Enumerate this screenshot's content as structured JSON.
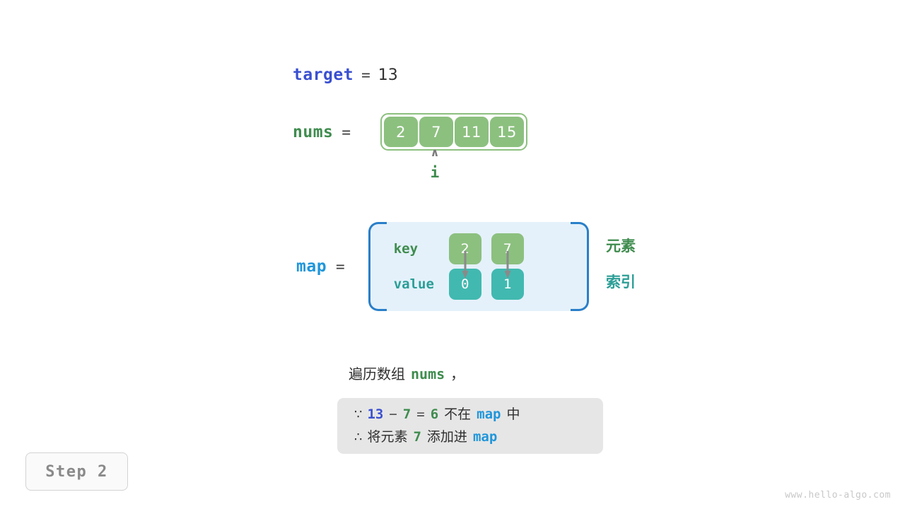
{
  "target": {
    "label": "target",
    "equals": "=",
    "value": "13"
  },
  "nums": {
    "label": "nums",
    "equals": "=",
    "cells": [
      "2",
      "7",
      "11",
      "15"
    ]
  },
  "pointer": {
    "caret": "∧",
    "label": "i",
    "index": 1
  },
  "map": {
    "label": "map",
    "equals": "=",
    "key_label": "key",
    "value_label": "value",
    "entries": [
      {
        "key": "2",
        "value": "0"
      },
      {
        "key": "7",
        "value": "1"
      }
    ],
    "side_labels": {
      "element": "元素",
      "index": "索引"
    }
  },
  "caption": {
    "prefix": "遍历数组",
    "code": "nums",
    "suffix": "，"
  },
  "reason": {
    "line1": {
      "symbol": "∵",
      "a": "13",
      "minus": "−",
      "b": "7",
      "eq": "=",
      "result": "6",
      "text_mid": "不在",
      "code": "map",
      "text_end": "中"
    },
    "line2": {
      "symbol": "∴",
      "text_start": "将元素",
      "num": "7",
      "text_mid": "添加进",
      "code": "map"
    }
  },
  "step_badge": {
    "label": "Step 2"
  },
  "watermark": {
    "text": "www.hello-algo.com"
  },
  "colors": {
    "green": "#8cc07f",
    "green_text": "#3f8c4e",
    "teal": "#41b9b0",
    "teal_text": "#2b9e96",
    "blue_dark": "#3a50d0",
    "blue_light": "#2196da",
    "map_border": "#2a7fc9",
    "map_fill": "#e4f1fb",
    "gray_box": "#e6e6e6",
    "arrow_gray": "#7d7d7d"
  }
}
